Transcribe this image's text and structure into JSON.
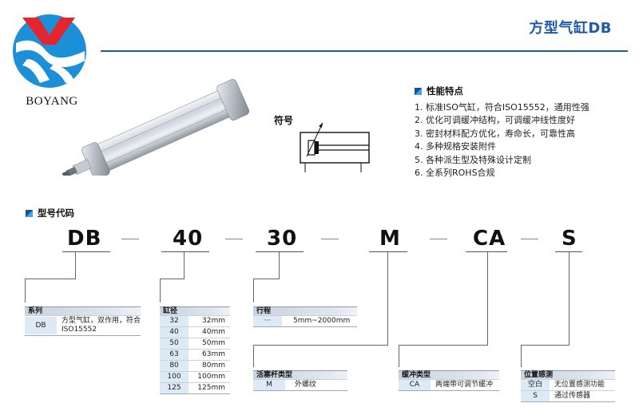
{
  "brand": {
    "name": "BOYANG",
    "logo_icon": "boyang-logo-icon"
  },
  "page_title": "方型气缸DB",
  "features": {
    "heading": "性能特点",
    "items": [
      "1. 标准ISO气缸，符合ISO15552，通用性强",
      "2. 优化可调缓冲结构，可调缓冲线性度好",
      "3. 密封材料配方优化，寿命长，可靠性高",
      "4. 多种规格安装附件",
      "5. 各种派生型及特殊设计定制",
      "6. 全系列ROHS合规"
    ]
  },
  "symbol": {
    "label": "符号"
  },
  "model_code": {
    "heading": "型号代码",
    "parts": [
      "DB",
      "40",
      "30",
      "M",
      "CA",
      "S"
    ]
  },
  "tables": {
    "series": {
      "title": "系列",
      "rows": [
        {
          "key": "DB",
          "value": "方型气缸，双作用，符合ISO15552"
        }
      ]
    },
    "bore": {
      "title": "缸径",
      "rows": [
        {
          "key": "32",
          "value": "32mm"
        },
        {
          "key": "40",
          "value": "40mm"
        },
        {
          "key": "50",
          "value": "50mm"
        },
        {
          "key": "63",
          "value": "63mm"
        },
        {
          "key": "80",
          "value": "80mm"
        },
        {
          "key": "100",
          "value": "100mm"
        },
        {
          "key": "125",
          "value": "125mm"
        }
      ]
    },
    "stroke": {
      "title": "行程",
      "rows": [
        {
          "key": "···",
          "value": "5mm~2000mm"
        }
      ]
    },
    "rod": {
      "title": "活塞杆类型",
      "rows": [
        {
          "key": "M",
          "value": "外螺纹"
        }
      ]
    },
    "cushion": {
      "title": "缓冲类型",
      "rows": [
        {
          "key": "CA",
          "value": "两端带可调节缓冲"
        }
      ]
    },
    "sensor": {
      "title": "位置感测",
      "rows": [
        {
          "key": "空白",
          "value": "无位置感测功能"
        },
        {
          "key": "S",
          "value": "通过传感器"
        }
      ]
    }
  },
  "colors": {
    "accent": "#1f5aa6",
    "logo_red": "#e3262d",
    "logo_blue": "#1b8fd8"
  }
}
